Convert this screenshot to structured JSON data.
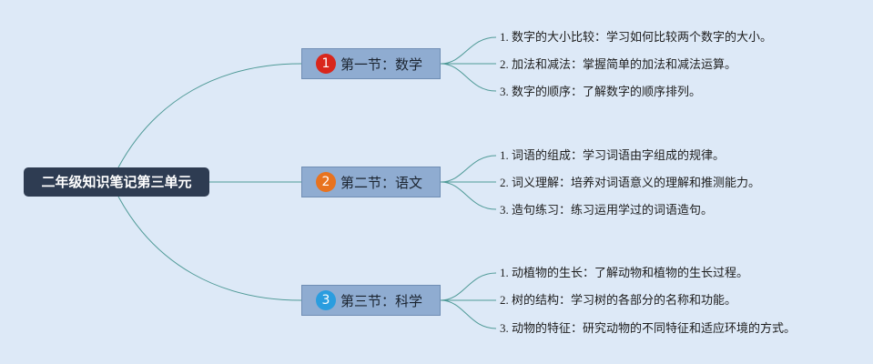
{
  "root": {
    "label": "二年级知识笔记第三单元"
  },
  "sections": [
    {
      "number": "1",
      "color": "#d9261c",
      "title": "第一节：数学",
      "items": [
        "1. 数字的大小比较：学习如何比较两个数字的大小。",
        "2. 加法和减法：掌握简单的加法和减法运算。",
        "3. 数字的顺序：了解数字的顺序排列。"
      ]
    },
    {
      "number": "2",
      "color": "#e8731f",
      "title": "第二节：语文",
      "items": [
        "1. 词语的组成：学习词语由字组成的规律。",
        "2. 词义理解：培养对词语意义的理解和推测能力。",
        "3. 造句练习：练习运用学过的词语造句。"
      ]
    },
    {
      "number": "3",
      "color": "#2a9ddf",
      "title": "第三节：科学",
      "items": [
        "1. 动植物的生长：了解动物和植物的生长过程。",
        "2. 树的结构：学习树的各部分的名称和功能。",
        "3. 动物的特征：研究动物的不同特征和适应环境的方式。"
      ]
    }
  ],
  "colors": {
    "background": "#dde9f7",
    "root_fill": "#2e3c52",
    "section_fill": "#8facd1",
    "connector": "#4f9a97"
  }
}
